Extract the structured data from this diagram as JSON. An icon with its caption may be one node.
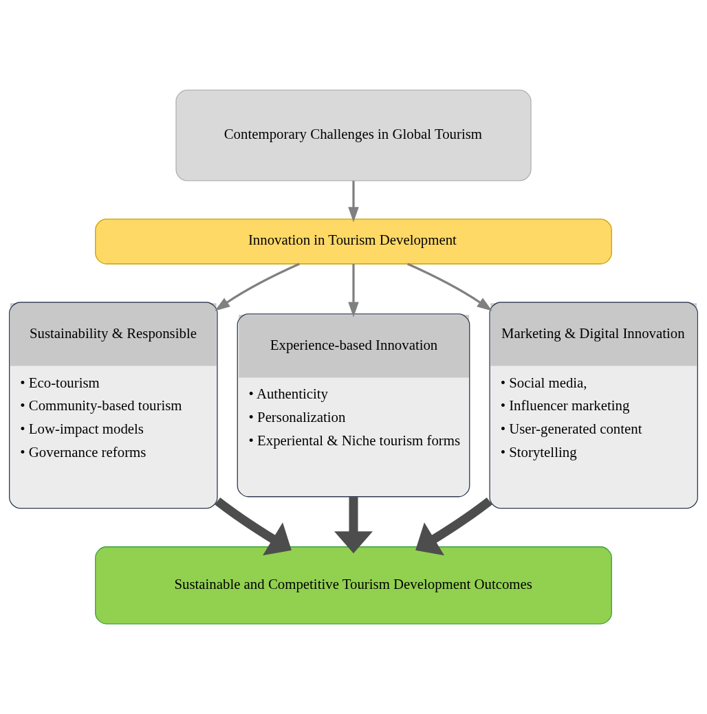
{
  "diagram": {
    "nodes": [
      {
        "text": [
          "Contemporary Challenges in Global Tourism"
        ]
      },
      {
        "text": [
          "Innovation in Tourism Development"
        ]
      },
      {
        "text": [
          "Sustainability & Responsible",
          "• Eco-tourism",
          "• Community-based tourism",
          "• Low-impact models",
          "• Governance reforms"
        ]
      },
      {
        "text": [
          "Experience-based Innovation",
          "• Authenticity",
          "• Personalization",
          "• Experiental & Niche tourism forms"
        ]
      },
      {
        "text": [
          "Marketing & Digital Innovation",
          "• Social media,",
          "• Influencer marketing",
          "• User-generated content",
          "• Storytelling"
        ]
      },
      {
        "text": [
          "Sustainable and Competitive Tourism Development Outcomes"
        ]
      }
    ],
    "edges": [
      {
        "from": 0,
        "to": 1,
        "arrow": "to"
      },
      {
        "from": 1,
        "to": 2,
        "arrow": "to"
      },
      {
        "from": 1,
        "to": 3,
        "arrow": "to"
      },
      {
        "from": 1,
        "to": 4,
        "arrow": "to"
      },
      {
        "from": 2,
        "to": 5,
        "arrow": "to",
        "style": "thick",
        "color": "#4d4d4d"
      },
      {
        "from": 3,
        "to": 5,
        "arrow": "to",
        "style": "thick",
        "color": "#4d4d4d"
      },
      {
        "from": 4,
        "to": 5,
        "arrow": "to",
        "style": "thick",
        "color": "#4d4d4d"
      }
    ]
  }
}
